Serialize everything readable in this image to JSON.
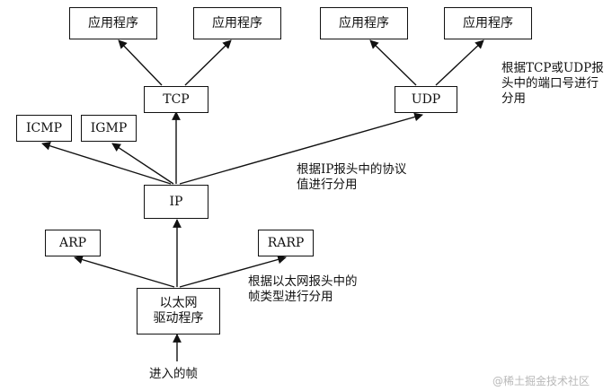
{
  "boxes": {
    "app1": "应用程序",
    "app2": "应用程序",
    "app3": "应用程序",
    "app4": "应用程序",
    "tcp": "TCP",
    "udp": "UDP",
    "icmp": "ICMP",
    "igmp": "IGMP",
    "ip": "IP",
    "arp": "ARP",
    "rarp": "RARP",
    "driver_line1": "以太网",
    "driver_line2": "驱动程序"
  },
  "notes": {
    "port": [
      "根据TCP或UDP报",
      "头中的端口号进行",
      "分用"
    ],
    "protocol": [
      "根据IP报头中的协议",
      "值进行分用"
    ],
    "frame_type": [
      "根据以太网报头中的",
      "帧类型进行分用"
    ],
    "input": "进入的帧"
  },
  "watermark": "@稀土掘金技术社区",
  "colors": {
    "line": "#111111",
    "watermark": "#b8b8b8"
  }
}
